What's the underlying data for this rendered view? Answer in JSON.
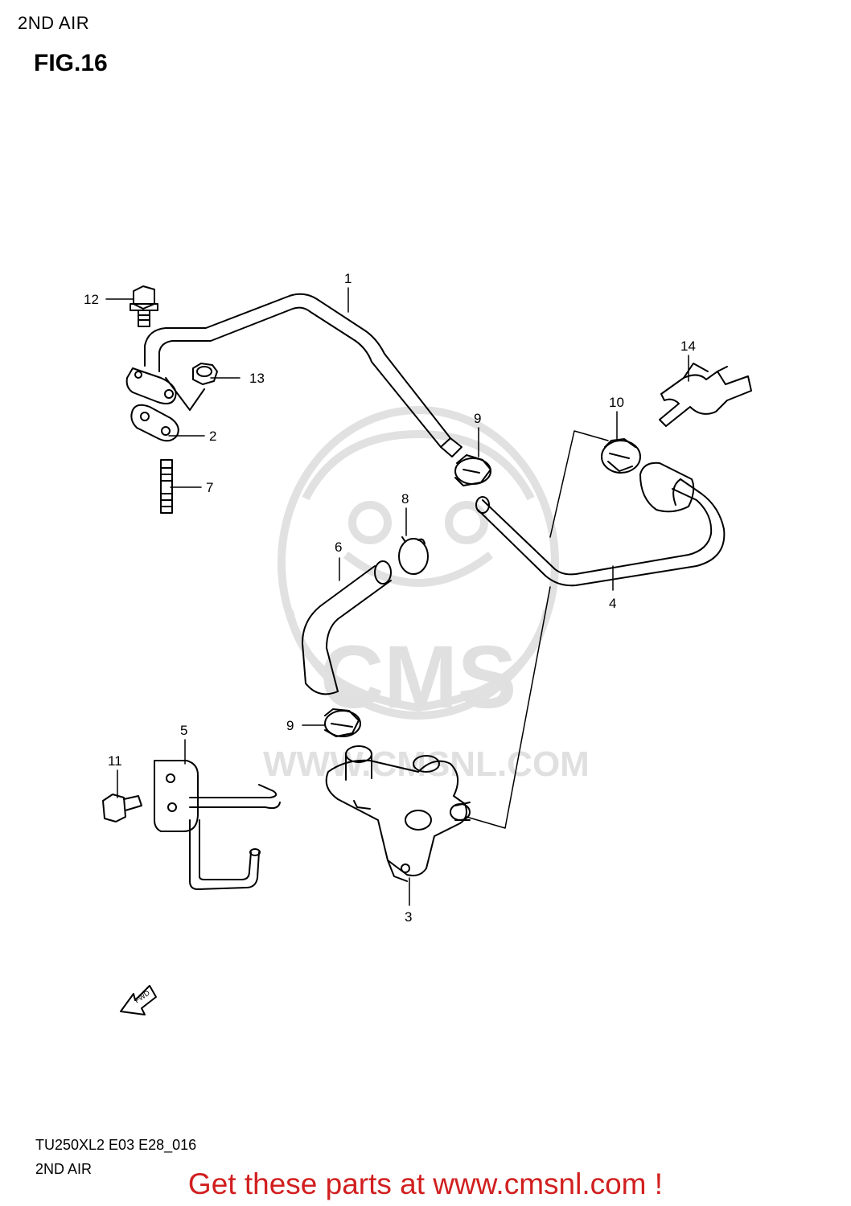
{
  "header": {
    "title": "2ND AIR",
    "figure": "FIG.16"
  },
  "footer": {
    "code": "TU250XL2 E03 E28_016",
    "title": "2ND AIR",
    "promo": "Get these parts at www.cmsnl.com !"
  },
  "watermark": {
    "logo_text": "CMS",
    "url_text": "WWW.CMSNL.COM"
  },
  "fwd_label": "FWD",
  "callouts": {
    "c1": "1",
    "c2": "2",
    "c3": "3",
    "c4": "4",
    "c5": "5",
    "c6": "6",
    "c7": "7",
    "c8": "8",
    "c9a": "9",
    "c9b": "9",
    "c10": "10",
    "c11": "11",
    "c12": "12",
    "c13": "13",
    "c14": "14"
  },
  "colors": {
    "line": "#000000",
    "watermark": "#d9d9d9",
    "promo": "#d11f1f"
  }
}
